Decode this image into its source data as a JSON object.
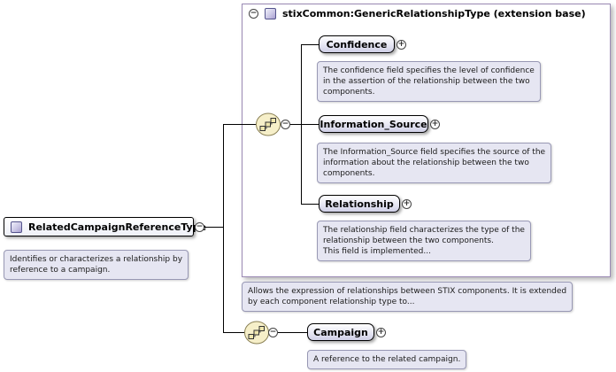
{
  "glyphs": {
    "collapse": "−",
    "expand": "+"
  },
  "root": {
    "label": "RelatedCampaignReferenceType",
    "annotation": "Identifies or characterizes a relationship by\nreference to a campaign."
  },
  "extension": {
    "title": "stixCommon:GenericRelationshipType (extension base)",
    "annotation": "Allows the expression of relationships between STIX components. It is extended\nby each component relationship type to...",
    "children": [
      {
        "label": "Confidence",
        "annotation": "The confidence field specifies the level of confidence\nin the assertion of the relationship between the two\ncomponents."
      },
      {
        "label": "Information_Source",
        "annotation": "The Information_Source field specifies the source of the\ninformation about the relationship between the two\ncomponents."
      },
      {
        "label": "Relationship",
        "annotation": "The relationship field characterizes the type of the\nrelationship between the two components.\nThis field is implemented..."
      }
    ]
  },
  "campaign": {
    "label": "Campaign",
    "annotation": "A reference to the related campaign."
  }
}
